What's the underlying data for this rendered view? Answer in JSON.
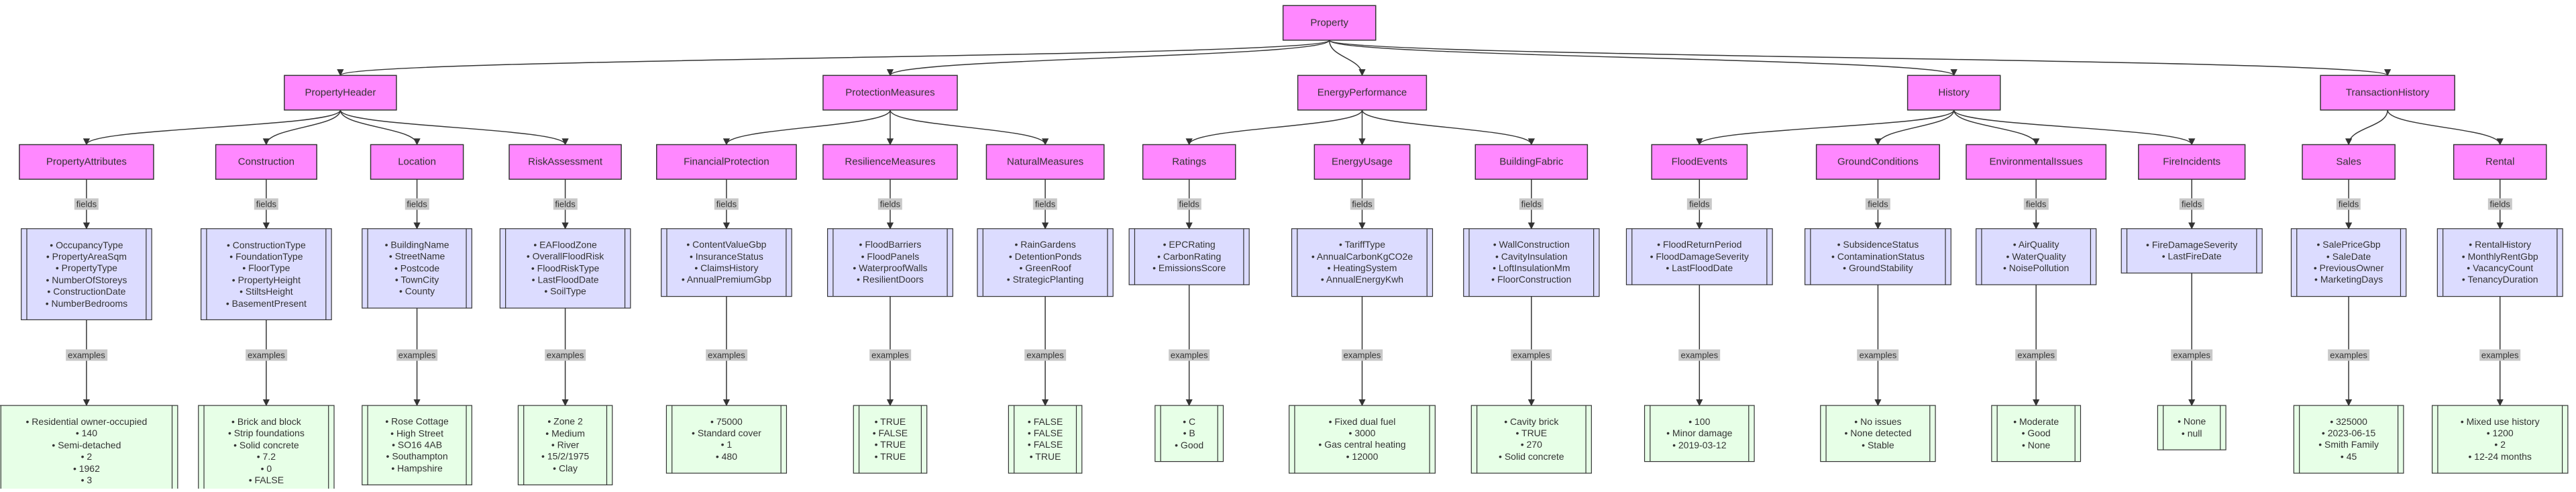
{
  "root": "Property",
  "edge_labels": {
    "fields": "fields",
    "examples": "examples"
  },
  "sections": [
    {
      "name": "PropertyHeader",
      "groups": [
        {
          "name": "PropertyAttributes",
          "fields": [
            "OccupancyType",
            "PropertyAreaSqm",
            "PropertyType",
            "NumberOfStoreys",
            "ConstructionDate",
            "NumberBedrooms"
          ],
          "examples": [
            "Residential owner-occupied",
            "140",
            "Semi-detached",
            "2",
            "1962",
            "3"
          ]
        },
        {
          "name": "Construction",
          "fields": [
            "ConstructionType",
            "FoundationType",
            "FloorType",
            "PropertyHeight",
            "StiltsHeight",
            "BasementPresent"
          ],
          "examples": [
            "Brick and block",
            "Strip foundations",
            "Solid concrete",
            "7.2",
            "0",
            "FALSE"
          ]
        },
        {
          "name": "Location",
          "fields": [
            "BuildingName",
            "StreetName",
            "Postcode",
            "TownCity",
            "County"
          ],
          "examples": [
            "Rose Cottage",
            "High Street",
            "SO16 4AB",
            "Southampton",
            "Hampshire"
          ]
        },
        {
          "name": "RiskAssessment",
          "fields": [
            "EAFloodZone",
            "OverallFloodRisk",
            "FloodRiskType",
            "LastFloodDate",
            "SoilType"
          ],
          "examples": [
            "Zone 2",
            "Medium",
            "River",
            "15/2/1975",
            "Clay"
          ]
        }
      ]
    },
    {
      "name": "ProtectionMeasures",
      "groups": [
        {
          "name": "FinancialProtection",
          "fields": [
            "ContentValueGbp",
            "InsuranceStatus",
            "ClaimsHistory",
            "AnnualPremiumGbp"
          ],
          "examples": [
            "75000",
            "Standard cover",
            "1",
            "480"
          ]
        },
        {
          "name": "ResilienceMeasures",
          "fields": [
            "FloodBarriers",
            "FloodPanels",
            "WaterproofWalls",
            "ResilientDoors"
          ],
          "examples": [
            "TRUE",
            "FALSE",
            "TRUE",
            "TRUE"
          ]
        },
        {
          "name": "NaturalMeasures",
          "fields": [
            "RainGardens",
            "DetentionPonds",
            "GreenRoof",
            "StrategicPlanting"
          ],
          "examples": [
            "FALSE",
            "FALSE",
            "FALSE",
            "TRUE"
          ]
        }
      ]
    },
    {
      "name": "EnergyPerformance",
      "groups": [
        {
          "name": "Ratings",
          "fields": [
            "EPCRating",
            "CarbonRating",
            "EmissionsScore"
          ],
          "examples": [
            "C",
            "B",
            "Good"
          ]
        },
        {
          "name": "EnergyUsage",
          "fields": [
            "TariffType",
            "AnnualCarbonKgCO2e",
            "HeatingSystem",
            "AnnualEnergyKwh"
          ],
          "examples": [
            "Fixed dual fuel",
            "3000",
            "Gas central heating",
            "12000"
          ]
        },
        {
          "name": "BuildingFabric",
          "fields": [
            "WallConstruction",
            "CavityInsulation",
            "LoftInsulationMm",
            "FloorConstruction"
          ],
          "examples": [
            "Cavity brick",
            "TRUE",
            "270",
            "Solid concrete"
          ]
        }
      ]
    },
    {
      "name": "History",
      "groups": [
        {
          "name": "FloodEvents",
          "fields": [
            "FloodReturnPeriod",
            "FloodDamageSeverity",
            "LastFloodDate"
          ],
          "examples": [
            "100",
            "Minor damage",
            "2019-03-12"
          ]
        },
        {
          "name": "GroundConditions",
          "fields": [
            "SubsidenceStatus",
            "ContaminationStatus",
            "GroundStability"
          ],
          "examples": [
            "No issues",
            "None detected",
            "Stable"
          ]
        },
        {
          "name": "EnvironmentalIssues",
          "fields": [
            "AirQuality",
            "WaterQuality",
            "NoisePollution"
          ],
          "examples": [
            "Moderate",
            "Good",
            "None"
          ]
        },
        {
          "name": "FireIncidents",
          "fields": [
            "FireDamageSeverity",
            "LastFireDate"
          ],
          "examples": [
            "None",
            "null"
          ]
        }
      ]
    },
    {
      "name": "TransactionHistory",
      "groups": [
        {
          "name": "Sales",
          "fields": [
            "SalePriceGbp",
            "SaleDate",
            "PreviousOwner",
            "MarketingDays"
          ],
          "examples": [
            "325000",
            "2023-06-15",
            "Smith Family",
            "45"
          ]
        },
        {
          "name": "Rental",
          "fields": [
            "RentalHistory",
            "MonthlyRentGbp",
            "VacancyCount",
            "TenancyDuration"
          ],
          "examples": [
            "Mixed use history",
            "1200",
            "2",
            "12-24 months"
          ]
        }
      ]
    }
  ]
}
